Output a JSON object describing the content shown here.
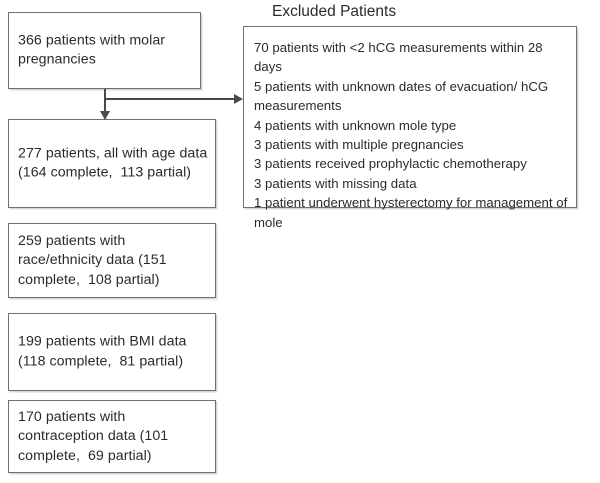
{
  "diagram": {
    "type": "patient-flow-chart",
    "boxes": [
      {
        "id": "molar",
        "text": "366 patients with molar pregnancies"
      },
      {
        "id": "age",
        "text": "277 patients, all with age data (164 complete,  113 partial)"
      },
      {
        "id": "race",
        "text": "259 patients with race/ethnicity data (151 complete,  108 partial)"
      },
      {
        "id": "bmi",
        "text": "199 patients with BMI data (118 complete,  81 partial)"
      },
      {
        "id": "contraception",
        "text": "170 patients with contraception data (101 complete,  69 partial)"
      }
    ],
    "excluded": {
      "title": "Excluded Patients",
      "items": [
        "70 patients with <2 hCG measurements within 28 days",
        "5 patients with unknown dates of evacuation/ hCG measurements",
        "4 patients with unknown mole type",
        "3 patients with multiple pregnancies",
        "3 patients received prophylactic chemotherapy",
        "3 patients with missing data",
        "1 patient underwent hysterectomy for management of mole"
      ]
    },
    "colors": {
      "box_border": "#6f6f6f",
      "text": "#2b2b2b",
      "connector": "#4a4a4a",
      "background": "#ffffff"
    }
  }
}
